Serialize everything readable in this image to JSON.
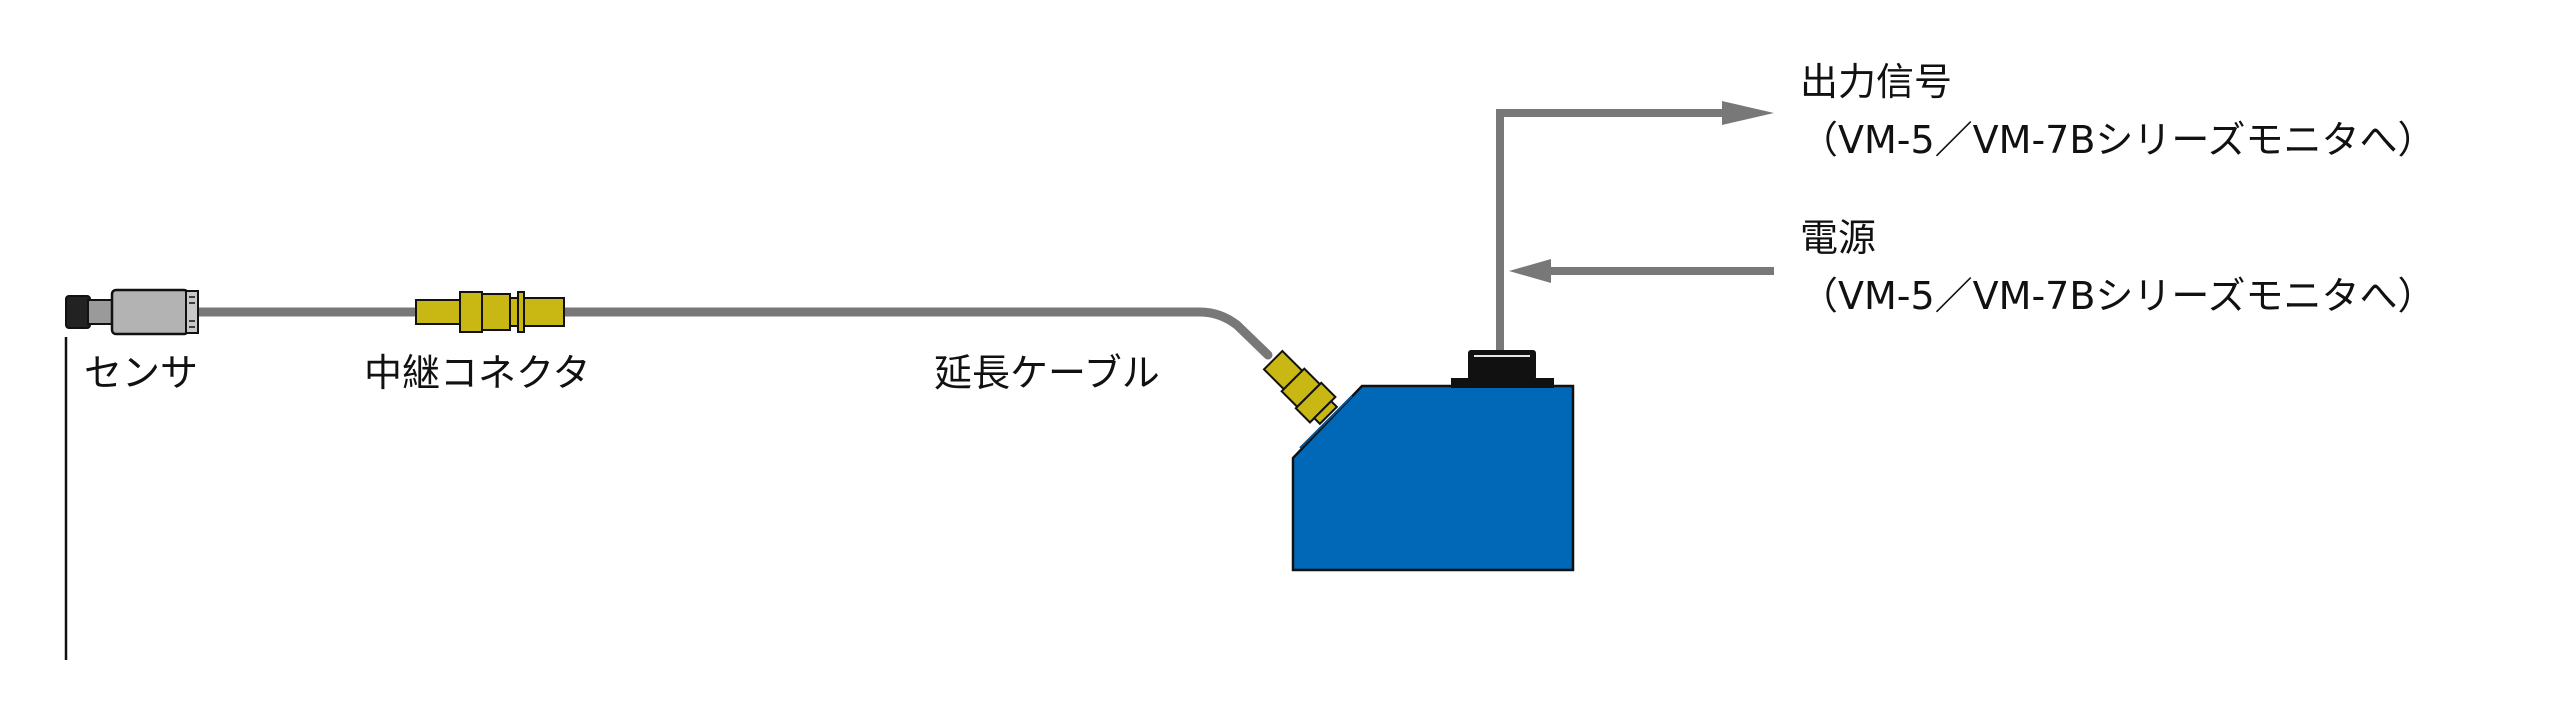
{
  "labels": {
    "sensor": "センサ",
    "relay_connector": "中継コネクタ",
    "extension_cable": "延長ケーブル",
    "output_signal": {
      "title": "出力信号",
      "detail": "（VM-5／VM-7Bシリーズモニタへ）"
    },
    "power": {
      "title": "電源",
      "detail": "（VM-5／VM-7Bシリーズモニタへ）"
    }
  },
  "colors": {
    "cable": "#787878",
    "sensor_body": "#b3b3b3",
    "sensor_tip": "#222222",
    "connector": "#c9b714",
    "monitor_body": "#0068b7",
    "monitor_terminal": "#111111",
    "arrow": "#787878",
    "outline": "#111111"
  },
  "arrows": {
    "output_signal_direction": "out",
    "power_direction": "in"
  }
}
